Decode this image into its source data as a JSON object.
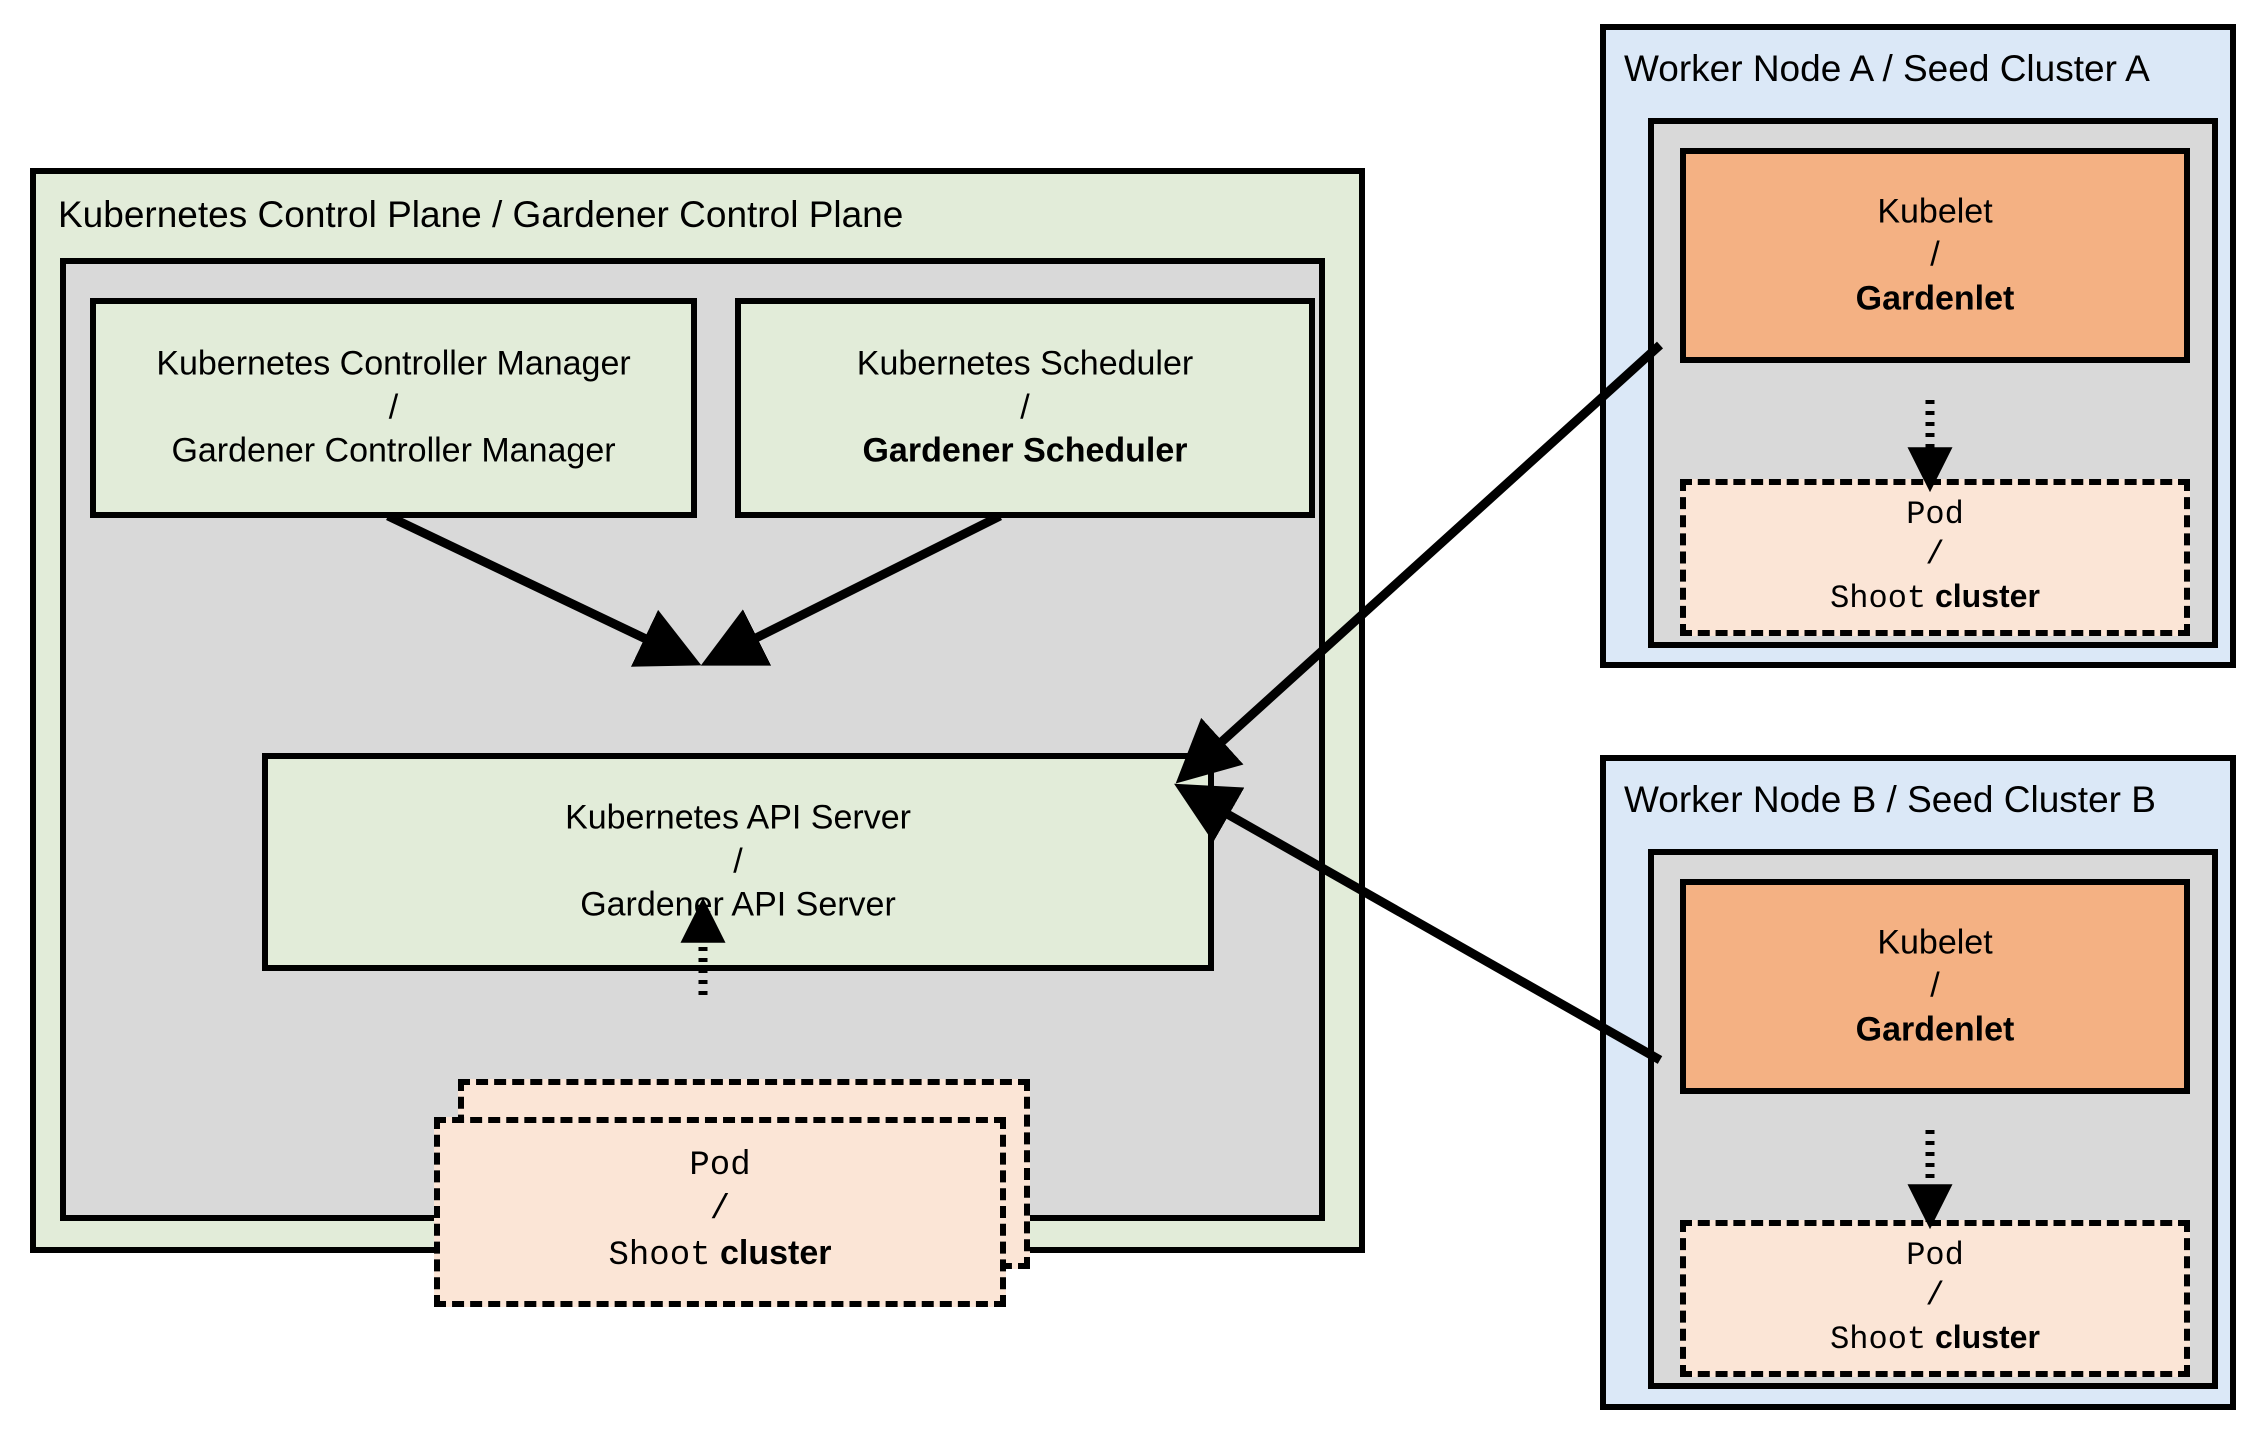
{
  "diagram": {
    "title_left": "Kubernetes Control Plane / Gardener Control Plane",
    "control_plane": {
      "controller_manager": {
        "line1": "Kubernetes Controller Manager",
        "separator": "/",
        "line2": "Gardener Controller Manager"
      },
      "scheduler": {
        "line1": "Kubernetes Scheduler",
        "separator": "/",
        "line2": "Gardener Scheduler"
      },
      "api_server": {
        "line1": "Kubernetes API Server",
        "separator": "/",
        "line2": "Gardener API Server"
      },
      "pod": {
        "line1": "Pod",
        "separator": "/",
        "line2_mono": "Shoot",
        "line2_bold": "cluster"
      }
    },
    "worker_node_a": {
      "title": "Worker Node A / Seed Cluster A",
      "kubelet": {
        "line1": "Kubelet",
        "separator": "/",
        "line2": "Gardenlet"
      },
      "pod": {
        "line1": "Pod",
        "separator": "/",
        "line2_mono": "Shoot",
        "line2_bold": "cluster"
      }
    },
    "worker_node_b": {
      "title": "Worker Node B / Seed Cluster B",
      "kubelet": {
        "line1": "Kubelet",
        "separator": "/",
        "line2": "Gardenlet"
      },
      "pod": {
        "line1": "Pod",
        "separator": "/",
        "line2_mono": "Shoot",
        "line2_bold": "cluster"
      }
    },
    "colors": {
      "green_fill": "#e2ecd9",
      "blue_fill": "#dbe8f7",
      "gray_fill": "#d9d9d9",
      "orange_fill": "#f4b183",
      "pod_fill": "#fbe5d6",
      "stroke": "#000000"
    }
  }
}
